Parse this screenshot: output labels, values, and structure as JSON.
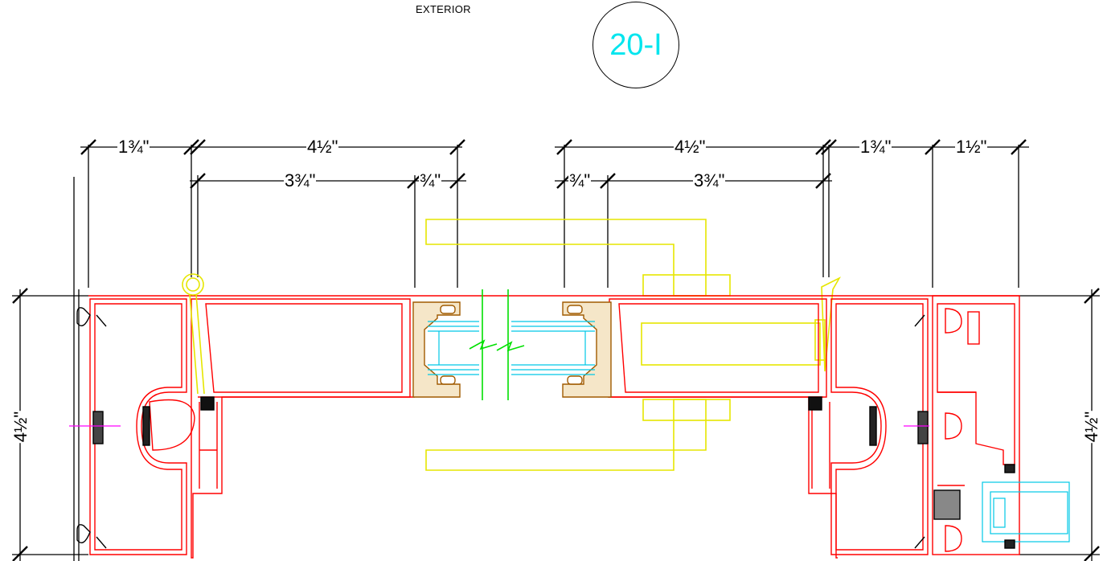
{
  "header": {
    "side_label": "EXTERIOR",
    "detail_tag": "20-I"
  },
  "dimensions": {
    "d1": "1¾\"",
    "d2": "4½\"",
    "d3": "3¾\"",
    "d4": "¾\"",
    "d5": "4½\"",
    "d6": "¾\"",
    "d7": "3¾\"",
    "d8": "1¾\"",
    "d9": "1½\"",
    "v_left": "4½\"",
    "v_right": "4½\""
  },
  "colors": {
    "frame": "#ff0000",
    "glazing_stop": "#a05a00",
    "reinforcement": "#ffff00",
    "glass": "#00c8e6",
    "break_line": "#00ff00",
    "centerline": "#ff00ff",
    "lines": "#000000"
  }
}
